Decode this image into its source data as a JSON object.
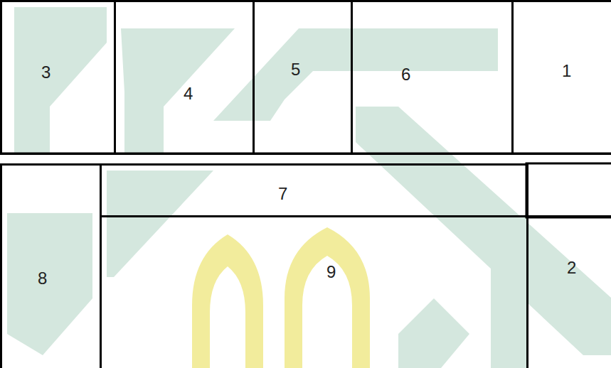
{
  "diagram": {
    "nodes": [
      {
        "text": [
          "3"
        ]
      },
      {
        "text": [
          "4"
        ]
      },
      {
        "text": [
          "5"
        ]
      },
      {
        "text": [
          "6"
        ]
      },
      {
        "text": [
          "1"
        ]
      },
      {
        "text": [
          "7"
        ]
      },
      {
        "text": [
          "8"
        ]
      },
      {
        "text": [
          "9"
        ]
      },
      {
        "text": [
          "2"
        ]
      }
    ]
  }
}
